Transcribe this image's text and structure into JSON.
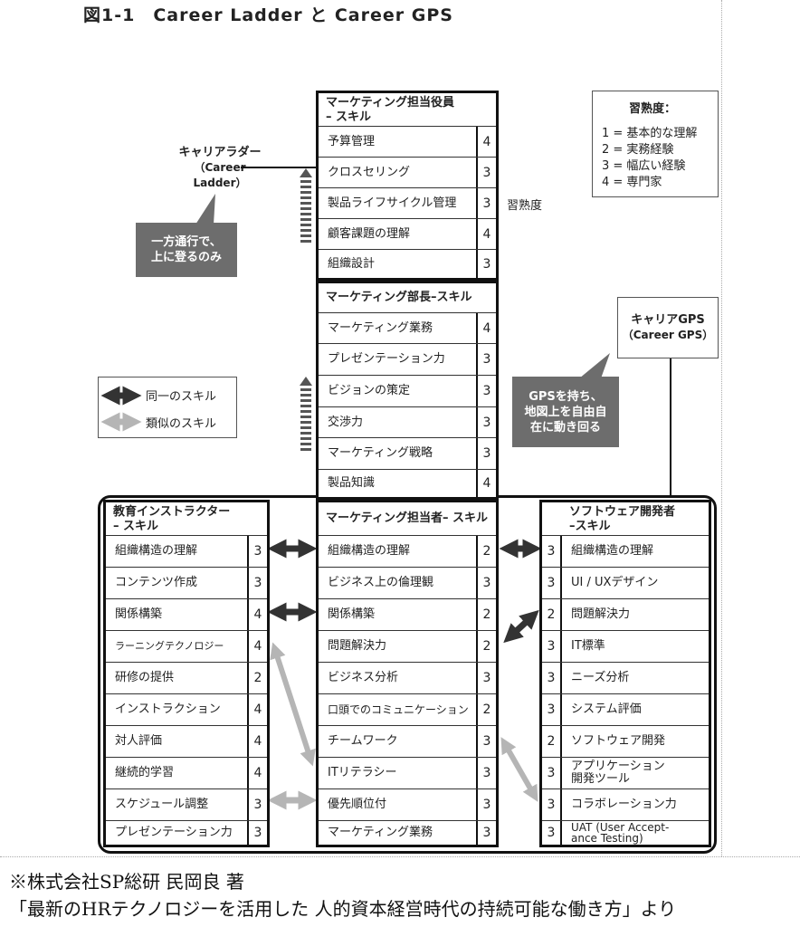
{
  "title": "図1-1　Career Ladder と Career GPS",
  "ladder_label": {
    "jp": "キャリアラダー",
    "en1": "（Career",
    "en2": "Ladder）"
  },
  "ladder_callout": [
    "一方通行で、",
    "上に登るのみ"
  ],
  "gps_label": {
    "jp": "キャリアGPS",
    "en": "（Career GPS）"
  },
  "gps_callout": [
    "GPSを持ち、",
    "地図上を自由自",
    "在に動き回る"
  ],
  "proficiency_label": "習熟度",
  "proficiency_legend": {
    "title": "習熟度：",
    "items": [
      "1 = 基本的な理解",
      "2 = 実務経験",
      "3 = 幅広い経験",
      "4 = 専門家"
    ]
  },
  "arrow_legend": {
    "same": "同一のスキル",
    "similar": "類似のスキル"
  },
  "exec_box": {
    "header": [
      "マーケティング担当役員",
      "– スキル"
    ],
    "rows": [
      {
        "skill": "予算管理",
        "level": "4"
      },
      {
        "skill": "クロスセリング",
        "level": "3"
      },
      {
        "skill": "製品ライフサイクル管理",
        "level": "3"
      },
      {
        "skill": "顧客課題の理解",
        "level": "4"
      },
      {
        "skill": "組織設計",
        "level": "3"
      }
    ]
  },
  "director_box": {
    "header": [
      "マーケティング部長–スキル"
    ],
    "rows": [
      {
        "skill": "マーケティング業務",
        "level": "4"
      },
      {
        "skill": "プレゼンテーション力",
        "level": "3"
      },
      {
        "skill": "ビジョンの策定",
        "level": "3"
      },
      {
        "skill": "交渉力",
        "level": "3"
      },
      {
        "skill": "マーケティング戦略",
        "level": "3"
      },
      {
        "skill": "製品知識",
        "level": "4"
      }
    ]
  },
  "staff_box": {
    "header": [
      "マーケティング担当者– スキル"
    ],
    "rows": [
      {
        "skill": "組織構造の理解",
        "level": "2"
      },
      {
        "skill": "ビジネス上の倫理観",
        "level": "3"
      },
      {
        "skill": "関係構築",
        "level": "2"
      },
      {
        "skill": "問題解決力",
        "level": "2"
      },
      {
        "skill": "ビジネス分析",
        "level": "3"
      },
      {
        "skill": "口頭でのコミュニケーション",
        "level": "2"
      },
      {
        "skill": "チームワーク",
        "level": "3"
      },
      {
        "skill": "ITリテラシー",
        "level": "3"
      },
      {
        "skill": "優先順位付",
        "level": "3"
      },
      {
        "skill": "マーケティング業務",
        "level": "3"
      }
    ]
  },
  "instructor_box": {
    "header": [
      "教育インストラクター",
      "– スキル"
    ],
    "rows": [
      {
        "skill": "組織構造の理解",
        "level": "3"
      },
      {
        "skill": "コンテンツ作成",
        "level": "3"
      },
      {
        "skill": "関係構築",
        "level": "4"
      },
      {
        "skill": "ラーニングテクノロジー",
        "level": "4"
      },
      {
        "skill": "研修の提供",
        "level": "2"
      },
      {
        "skill": "インストラクション",
        "level": "4"
      },
      {
        "skill": "対人評価",
        "level": "4"
      },
      {
        "skill": "継続的学習",
        "level": "4"
      },
      {
        "skill": "スケジュール調整",
        "level": "3"
      },
      {
        "skill": "プレゼンテーション力",
        "level": "3"
      }
    ]
  },
  "developer_box": {
    "header": [
      "ソフトウェア開発者",
      "–スキル"
    ],
    "rows": [
      {
        "skill": "組織構造の理解",
        "level": "3"
      },
      {
        "skill": "UI / UXデザイン",
        "level": "3"
      },
      {
        "skill": "問題解決力",
        "level": "2"
      },
      {
        "skill": "IT標準",
        "level": "3"
      },
      {
        "skill": "ニーズ分析",
        "level": "3"
      },
      {
        "skill": "システム評価",
        "level": "3"
      },
      {
        "skill": "ソフトウェア開発",
        "level": "2"
      },
      {
        "skill": "アプリケーション\n開発ツール",
        "level": "3"
      },
      {
        "skill": "コラボレーション力",
        "level": "3"
      },
      {
        "skill": "UAT (User Accept-\nance Testing)",
        "level": "3"
      }
    ]
  },
  "caption": {
    "line1": "※株式会社SP総研 民岡良 著",
    "line2": "「最新のHRテクノロジーを活用した 人的資本経営時代の持続可能な働き方」より"
  },
  "colors": {
    "dark_arrow": "#333333",
    "light_arrow": "#b5b5b5",
    "callout": "#6d6d6d"
  }
}
